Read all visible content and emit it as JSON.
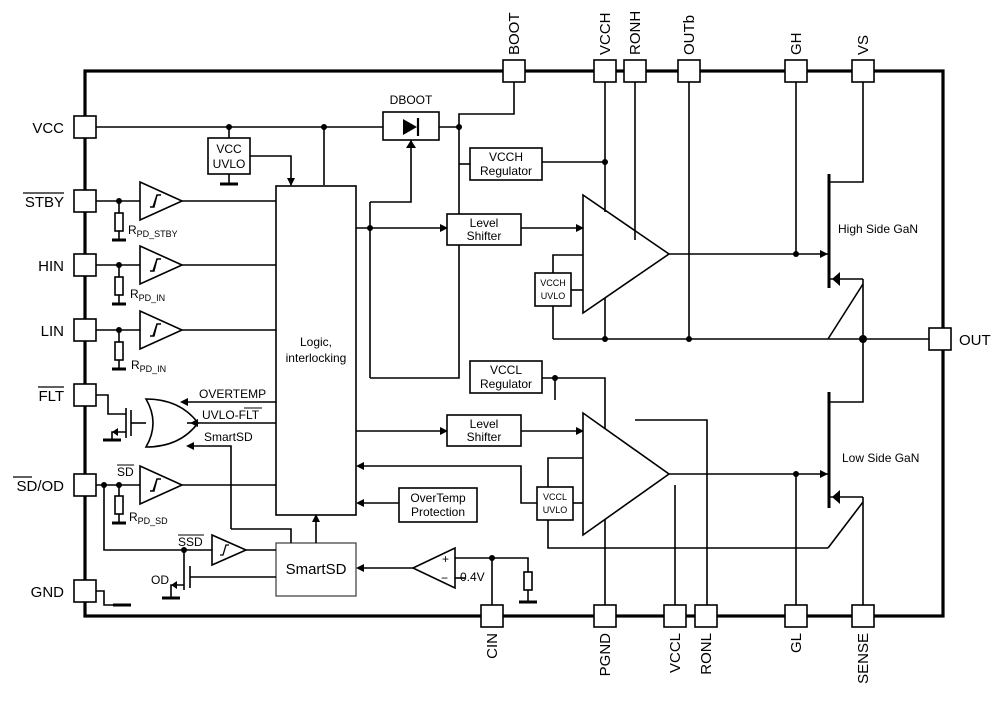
{
  "pins_top": {
    "boot": "BOOT",
    "vcch": "VCCH",
    "ronh": "RONH",
    "outb": "OUTb",
    "gh": "GH",
    "vs": "VS"
  },
  "pins_left": {
    "vcc": "VCC",
    "stby": "STBY",
    "hin": "HIN",
    "lin": "LIN",
    "flt": "FLT",
    "sd_od": "SD/OD",
    "gnd": "GND"
  },
  "pins_bottom": {
    "cin": "CIN",
    "pgnd": "PGND",
    "vccl": "VCCL",
    "ronl": "RONL",
    "gl": "GL",
    "sense": "SENSE"
  },
  "pins_right": {
    "out": "OUT"
  },
  "blocks": {
    "dboot": "DBOOT",
    "vcc_uvlo_1": "VCC",
    "vcc_uvlo_2": "UVLO",
    "logic_1": "Logic,",
    "logic_2": "interlocking",
    "vcch_reg_1": "VCCH",
    "vcch_reg_2": "Regulator",
    "vccl_reg_1": "VCCL",
    "vccl_reg_2": "Regulator",
    "ls_high_1": "Level",
    "ls_high_2": "Shifter",
    "ls_low_1": "Level",
    "ls_low_2": "Shifter",
    "vcch_uvlo_1": "VCCH",
    "vcch_uvlo_2": "UVLO",
    "vccl_uvlo_1": "VCCL",
    "vccl_uvlo_2": "UVLO",
    "overtemp_1": "OverTemp",
    "overtemp_2": "Protection",
    "smartsd": "SmartSD",
    "high_gan": "High Side GaN",
    "low_gan": "Low Side GaN"
  },
  "signals": {
    "overtemp": "OVERTEMP",
    "uvlo_flt": "UVLO-FLT",
    "smartsd": "SmartSD",
    "sd": "SD",
    "ssd": "SSD",
    "od": "OD",
    "vref": "0.4V",
    "plus": "+",
    "minus": "−"
  },
  "resistors": {
    "r_stby_main": "R",
    "r_stby_sub": "PD_STBY",
    "r_hin_main": "R",
    "r_hin_sub": "PD_IN",
    "r_lin_main": "R",
    "r_lin_sub": "PD_IN",
    "r_sd_main": "R",
    "r_sd_sub": "PD_SD"
  }
}
